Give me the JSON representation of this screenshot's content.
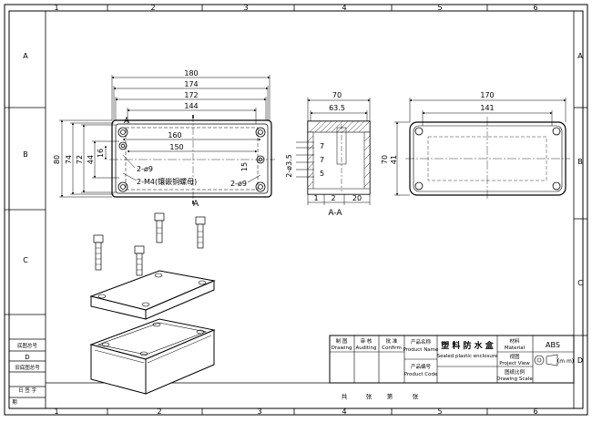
{
  "frame": {
    "cols": [
      "1",
      "2",
      "3",
      "4",
      "5",
      "6"
    ],
    "rows": [
      "A",
      "B",
      "C",
      "D"
    ]
  },
  "front_view": {
    "dims_top": [
      "180",
      "174",
      "172",
      "144"
    ],
    "dims_inner": [
      "160",
      "150"
    ],
    "dims_left": [
      "80",
      "74",
      "72",
      "44"
    ],
    "dim_16": "16",
    "dim_15": "15",
    "note_holes_a": "2-ø9",
    "note_thread": "2-M4(镶嵌铜螺母)",
    "note_holes_b": "2-ø9",
    "section_mark_top": "A",
    "section_mark_bottom": "A"
  },
  "side_view": {
    "dims_top": [
      "70",
      "63.5"
    ],
    "dims_right": [
      "7",
      "7",
      "5"
    ],
    "dim_left": "2-ø3.5",
    "dims_bottom": [
      "1",
      "2",
      "20"
    ],
    "section_label": "A-A"
  },
  "top_view": {
    "dims_top": [
      "170",
      "141"
    ],
    "dims_left": [
      "70",
      "41"
    ]
  },
  "side_table": {
    "rows": [
      "底图总号",
      "D",
      "旧底图总号",
      "日  签 字",
      "期"
    ]
  },
  "title_block": {
    "drawing_cn": "制 图",
    "drawing_en": "Drawing",
    "auditing_cn": "审 核",
    "auditing_en": "Auditing",
    "confirm_cn": "批 准",
    "confirm_en": "Confirm",
    "product_name_cn": "产品名称",
    "product_name_en": "Product Name",
    "product_title_cn": "塑 料 防 水 盒",
    "product_title_en": "Sealed plastic enclosure",
    "product_code_cn": "产品编号",
    "product_code_en": "Product Code",
    "material_cn": "材料",
    "material_en": "Material",
    "material_value": "ABS",
    "view_cn": "视图",
    "view_en": "Project View",
    "unit": "(m m)",
    "scale_cn": "图纸比例",
    "scale_en": "Drawing Scale",
    "footer": [
      "共",
      "张",
      "第",
      "张"
    ]
  }
}
